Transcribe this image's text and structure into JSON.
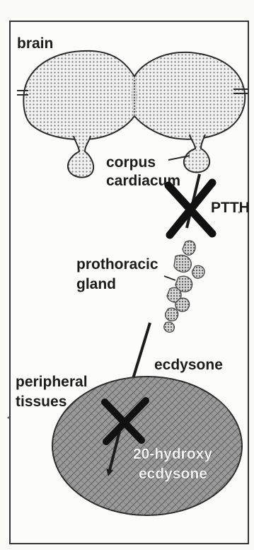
{
  "labels": {
    "brain": "brain",
    "corpus_line1": "corpus",
    "corpus_line2": "cardiacum",
    "ptth": "PTTH",
    "prothoracic_line1": "prothoracic",
    "prothoracic_line2": "gland",
    "ecdysone": "ecdysone",
    "peripheral_line1": "peripheral",
    "peripheral_line2": "tissues",
    "hydroxy_line1": "20-hydroxy",
    "hydroxy_line2": "ecdysone"
  },
  "colors": {
    "ink": "#1c1c1c",
    "tissue_fill": "#8e8e8e",
    "brain_fill": "#d9d9d9",
    "frame": "#333333"
  }
}
